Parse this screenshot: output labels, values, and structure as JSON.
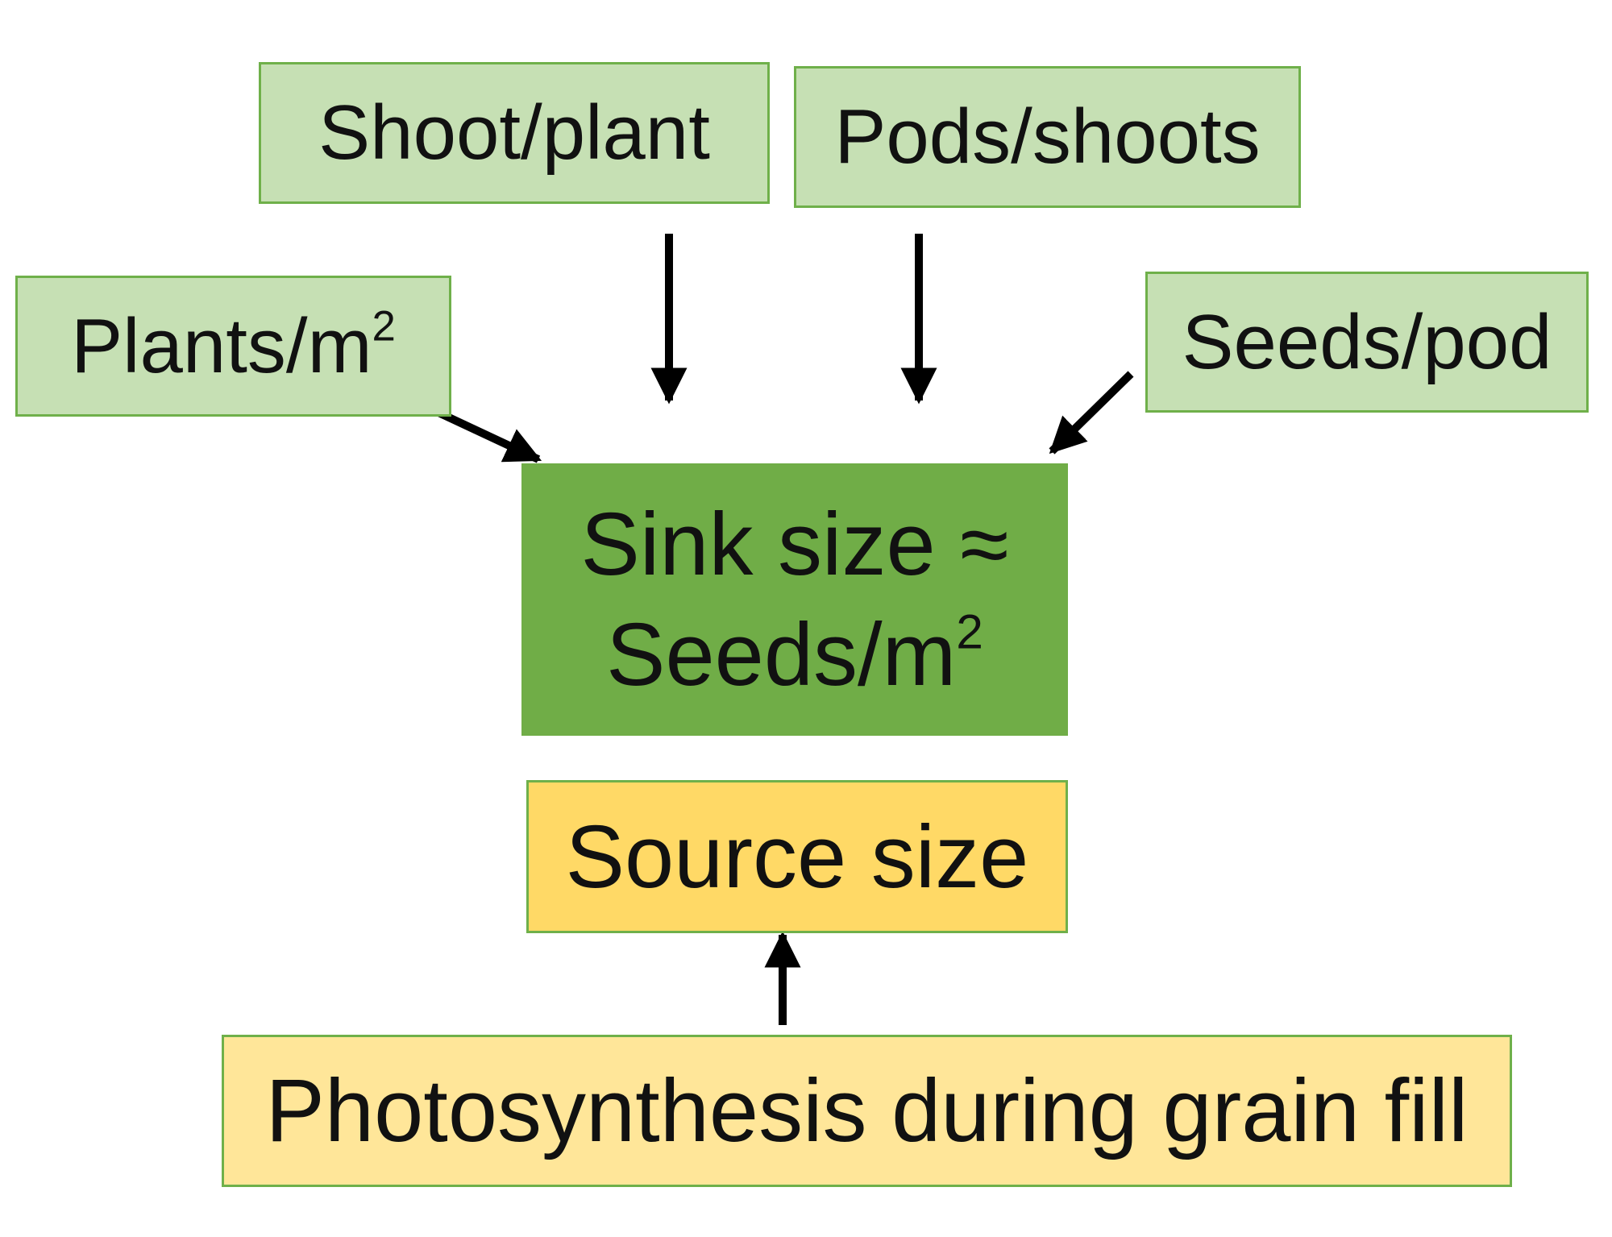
{
  "diagram": {
    "nodes": {
      "shoot_plant": {
        "label": "Shoot/plant"
      },
      "pods_shoots": {
        "label": "Pods/shoots"
      },
      "plants_m2": {
        "label": "Plants/m",
        "sup": "2"
      },
      "seeds_pod": {
        "label": "Seeds/pod"
      },
      "sink": {
        "line1": "Sink size ≈",
        "line2": "Seeds/m",
        "sup": "2"
      },
      "source": {
        "label": "Source size"
      },
      "photosynthesis": {
        "label": "Photosynthesis during grain fill"
      }
    },
    "edges": [
      {
        "from": "plants_m2",
        "to": "sink"
      },
      {
        "from": "shoot_plant",
        "to": "sink"
      },
      {
        "from": "pods_shoots",
        "to": "sink"
      },
      {
        "from": "seeds_pod",
        "to": "sink"
      },
      {
        "from": "photosynthesis",
        "to": "source"
      }
    ],
    "colors": {
      "component_fill": "#c6e0b4",
      "component_border": "#6fb04a",
      "sink_fill": "#70ad47",
      "source_fill": "#ffd966",
      "photosynthesis_fill": "#ffe699",
      "arrow": "#000000"
    }
  }
}
